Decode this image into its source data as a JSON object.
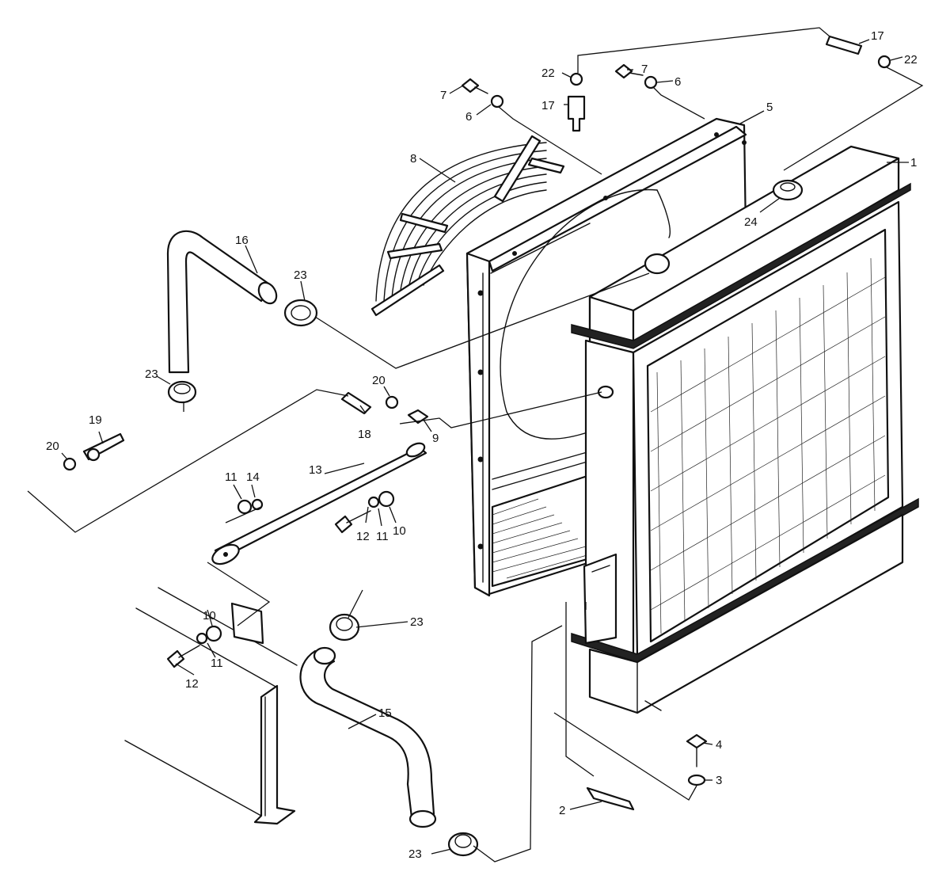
{
  "callouts": [
    {
      "id": "c1",
      "text": "1"
    },
    {
      "id": "c2",
      "text": "2"
    },
    {
      "id": "c3",
      "text": "3"
    },
    {
      "id": "c4",
      "text": "4"
    },
    {
      "id": "c5",
      "text": "5"
    },
    {
      "id": "c6a",
      "text": "6"
    },
    {
      "id": "c6b",
      "text": "6"
    },
    {
      "id": "c7a",
      "text": "7"
    },
    {
      "id": "c7b",
      "text": "7"
    },
    {
      "id": "c8",
      "text": "8"
    },
    {
      "id": "c9",
      "text": "9"
    },
    {
      "id": "c10a",
      "text": "10"
    },
    {
      "id": "c10b",
      "text": "10"
    },
    {
      "id": "c11a",
      "text": "11"
    },
    {
      "id": "c11b",
      "text": "11"
    },
    {
      "id": "c11c",
      "text": "11"
    },
    {
      "id": "c12a",
      "text": "12"
    },
    {
      "id": "c12b",
      "text": "12"
    },
    {
      "id": "c13",
      "text": "13"
    },
    {
      "id": "c14",
      "text": "14"
    },
    {
      "id": "c15",
      "text": "15"
    },
    {
      "id": "c16",
      "text": "16"
    },
    {
      "id": "c17a",
      "text": "17"
    },
    {
      "id": "c17b",
      "text": "17"
    },
    {
      "id": "c18",
      "text": "18"
    },
    {
      "id": "c19",
      "text": "19"
    },
    {
      "id": "c20a",
      "text": "20"
    },
    {
      "id": "c20b",
      "text": "20"
    },
    {
      "id": "c22a",
      "text": "22"
    },
    {
      "id": "c22b",
      "text": "22"
    },
    {
      "id": "c23a",
      "text": "23"
    },
    {
      "id": "c23b",
      "text": "23"
    },
    {
      "id": "c23c",
      "text": "23"
    },
    {
      "id": "c23d",
      "text": "23"
    },
    {
      "id": "c24",
      "text": "24"
    }
  ]
}
